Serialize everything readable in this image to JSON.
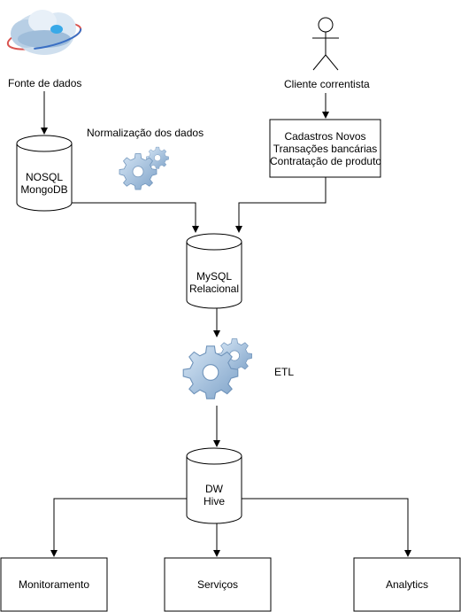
{
  "source": {
    "label": "Fonte de dados",
    "icon": "cloud-data-icon"
  },
  "client": {
    "label": "Cliente correntista",
    "icon": "actor-icon"
  },
  "process_box": {
    "lines": [
      "Cadastros Novos",
      "Transações bancárias",
      "Contratação de produto"
    ]
  },
  "nosql": {
    "line1": "NOSQL",
    "line2": "MongoDB"
  },
  "normalization": {
    "label": "Normalização dos dados",
    "icon": "gears-icon"
  },
  "mysql": {
    "line1": "MySQL",
    "line2": "Relacional"
  },
  "etl": {
    "label": "ETL",
    "icon": "gears-icon"
  },
  "dw": {
    "line1": "DW",
    "line2": "Hive"
  },
  "outputs": {
    "monitoring": "Monitoramento",
    "services": "Serviços",
    "analytics": "Analytics"
  },
  "colors": {
    "stroke": "#000000",
    "gear_light": "#c9ddef",
    "gear_mid": "#8fb2d6",
    "gear_dark": "#5a86b3"
  }
}
